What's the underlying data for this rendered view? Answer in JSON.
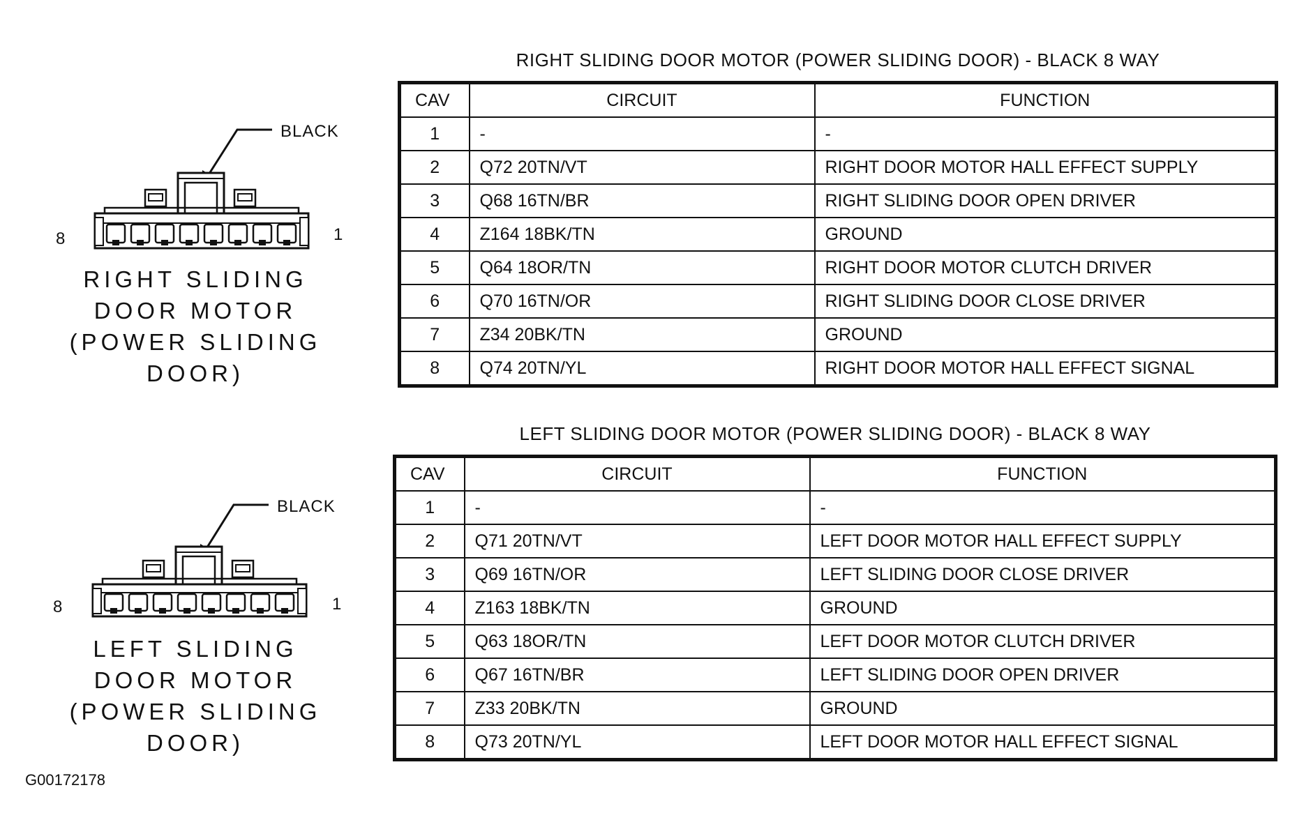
{
  "connectors": [
    {
      "color_label": "BLACK",
      "pin_left": "8",
      "pin_right": "1",
      "title_lines": [
        "RIGHT SLIDING",
        "DOOR MOTOR",
        "(POWER SLIDING DOOR)"
      ]
    },
    {
      "color_label": "BLACK",
      "pin_left": "8",
      "pin_right": "1",
      "title_lines": [
        "LEFT SLIDING",
        "DOOR MOTOR",
        "(POWER SLIDING DOOR)"
      ]
    }
  ],
  "tables": [
    {
      "title": "RIGHT SLIDING DOOR MOTOR (POWER SLIDING DOOR) - BLACK 8 WAY",
      "headers": [
        "CAV",
        "CIRCUIT",
        "FUNCTION"
      ],
      "rows": [
        [
          "1",
          "-",
          "-"
        ],
        [
          "2",
          "Q72 20TN/VT",
          "RIGHT DOOR MOTOR HALL EFFECT SUPPLY"
        ],
        [
          "3",
          "Q68 16TN/BR",
          "RIGHT SLIDING DOOR OPEN DRIVER"
        ],
        [
          "4",
          "Z164 18BK/TN",
          "GROUND"
        ],
        [
          "5",
          "Q64 18OR/TN",
          "RIGHT DOOR MOTOR CLUTCH DRIVER"
        ],
        [
          "6",
          "Q70 16TN/OR",
          "RIGHT SLIDING DOOR CLOSE DRIVER"
        ],
        [
          "7",
          "Z34 20BK/TN",
          "GROUND"
        ],
        [
          "8",
          "Q74 20TN/YL",
          "RIGHT DOOR MOTOR HALL EFFECT SIGNAL"
        ]
      ]
    },
    {
      "title": "LEFT SLIDING DOOR MOTOR (POWER SLIDING DOOR) - BLACK 8 WAY",
      "headers": [
        "CAV",
        "CIRCUIT",
        "FUNCTION"
      ],
      "rows": [
        [
          "1",
          "-",
          "-"
        ],
        [
          "2",
          "Q71 20TN/VT",
          "LEFT DOOR MOTOR HALL EFFECT SUPPLY"
        ],
        [
          "3",
          "Q69 16TN/OR",
          "LEFT SLIDING DOOR CLOSE DRIVER"
        ],
        [
          "4",
          "Z163 18BK/TN",
          "GROUND"
        ],
        [
          "5",
          "Q63 18OR/TN",
          "LEFT DOOR MOTOR CLUTCH DRIVER"
        ],
        [
          "6",
          "Q67 16TN/BR",
          "LEFT SLIDING DOOR OPEN DRIVER"
        ],
        [
          "7",
          "Z33 20BK/TN",
          "GROUND"
        ],
        [
          "8",
          "Q73 20TN/YL",
          "LEFT DOOR MOTOR HALL EFFECT SIGNAL"
        ]
      ]
    }
  ],
  "figure_id": "G00172178"
}
